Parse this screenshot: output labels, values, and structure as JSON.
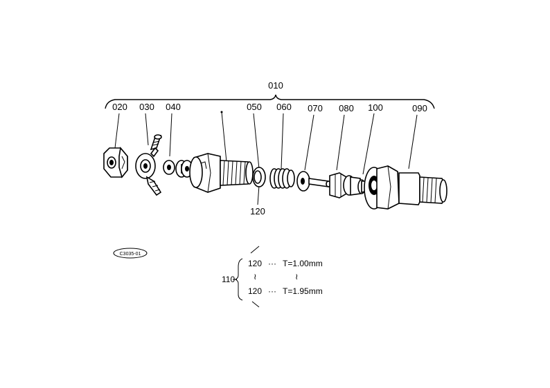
{
  "labels": {
    "assembly": "010",
    "p020": "020",
    "p030": "030",
    "p040": "040",
    "p050": "050",
    "p060": "060",
    "p070": "070",
    "p080": "080",
    "p100": "100",
    "p090": "090",
    "p120": "120"
  },
  "stamp": "C3035-01",
  "shim_table": {
    "group": "110",
    "rows": [
      {
        "part": "120",
        "dots": "···",
        "spec": "T=1.00mm"
      },
      {
        "part": "120",
        "dots": "···",
        "spec": "T=1.95mm"
      }
    ],
    "range_mark": "≀"
  }
}
